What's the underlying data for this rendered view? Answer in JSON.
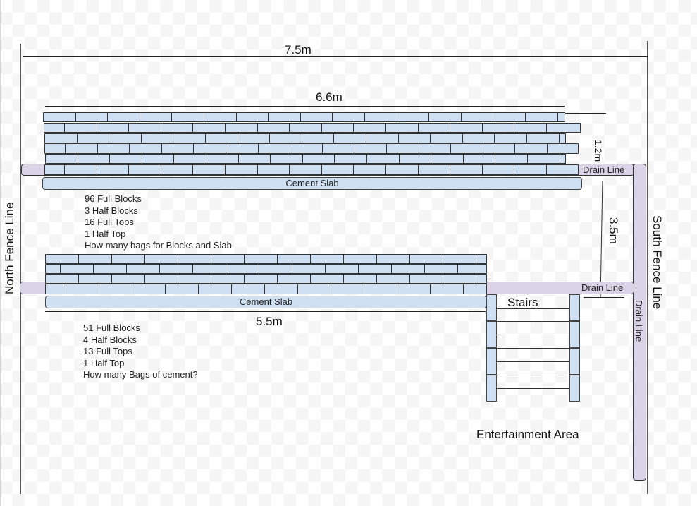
{
  "diagram": {
    "dimensions": {
      "overall_width": "7.5m",
      "upper_wall_length": "6.6m",
      "upper_wall_height": "1.2m",
      "gap_between_walls": "3.5m",
      "lower_wall_length": "5.5m"
    },
    "fences": {
      "north": "North Fence Line",
      "south": "South Fence Line"
    },
    "upper_wall": {
      "slab_label": "Cement Slab",
      "drain_label": "Drain Line",
      "rows": 6,
      "notes": [
        "96 Full Blocks",
        "3 Half Blocks",
        "16 Full Tops",
        "1 Half Top",
        "How many bags for Blocks and Slab"
      ]
    },
    "lower_wall": {
      "slab_label": "Cement Slab",
      "drain_label": "Drain Line",
      "rows": 4,
      "notes": [
        "51 Full Blocks",
        "4 Half Blocks",
        "13 Full Tops",
        "1 Half Top",
        "How many Bags of cement?"
      ]
    },
    "side_drain_label": "Drain Line",
    "stairs_label": "Stairs",
    "entertainment_area_label": "Entertainment Area",
    "colors": {
      "block_fill": "#cfe0f3",
      "drain_fill": "#dad3e8",
      "outline": "#333333"
    }
  }
}
